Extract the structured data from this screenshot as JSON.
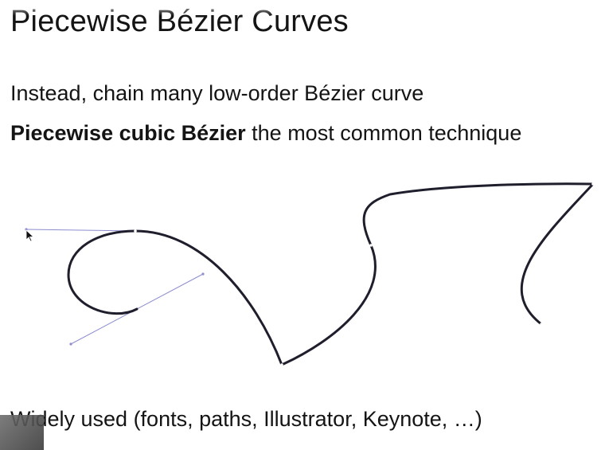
{
  "slide": {
    "title": "Piecewise Bézier Curves",
    "line1": "Instead, chain many low-order Bézier curve",
    "line2_bold": "Piecewise cubic Bézier",
    "line2_rest": " the most common technique",
    "line3": "Widely used (fonts, paths, Illustrator, Keynote, …)"
  },
  "colors": {
    "curve": "#1e1e2c",
    "handle": "#8c8ccf",
    "text": "#141414"
  },
  "icons": {
    "cursor": "mouse-pointer-icon",
    "overlay": "video-overlay-icon"
  }
}
